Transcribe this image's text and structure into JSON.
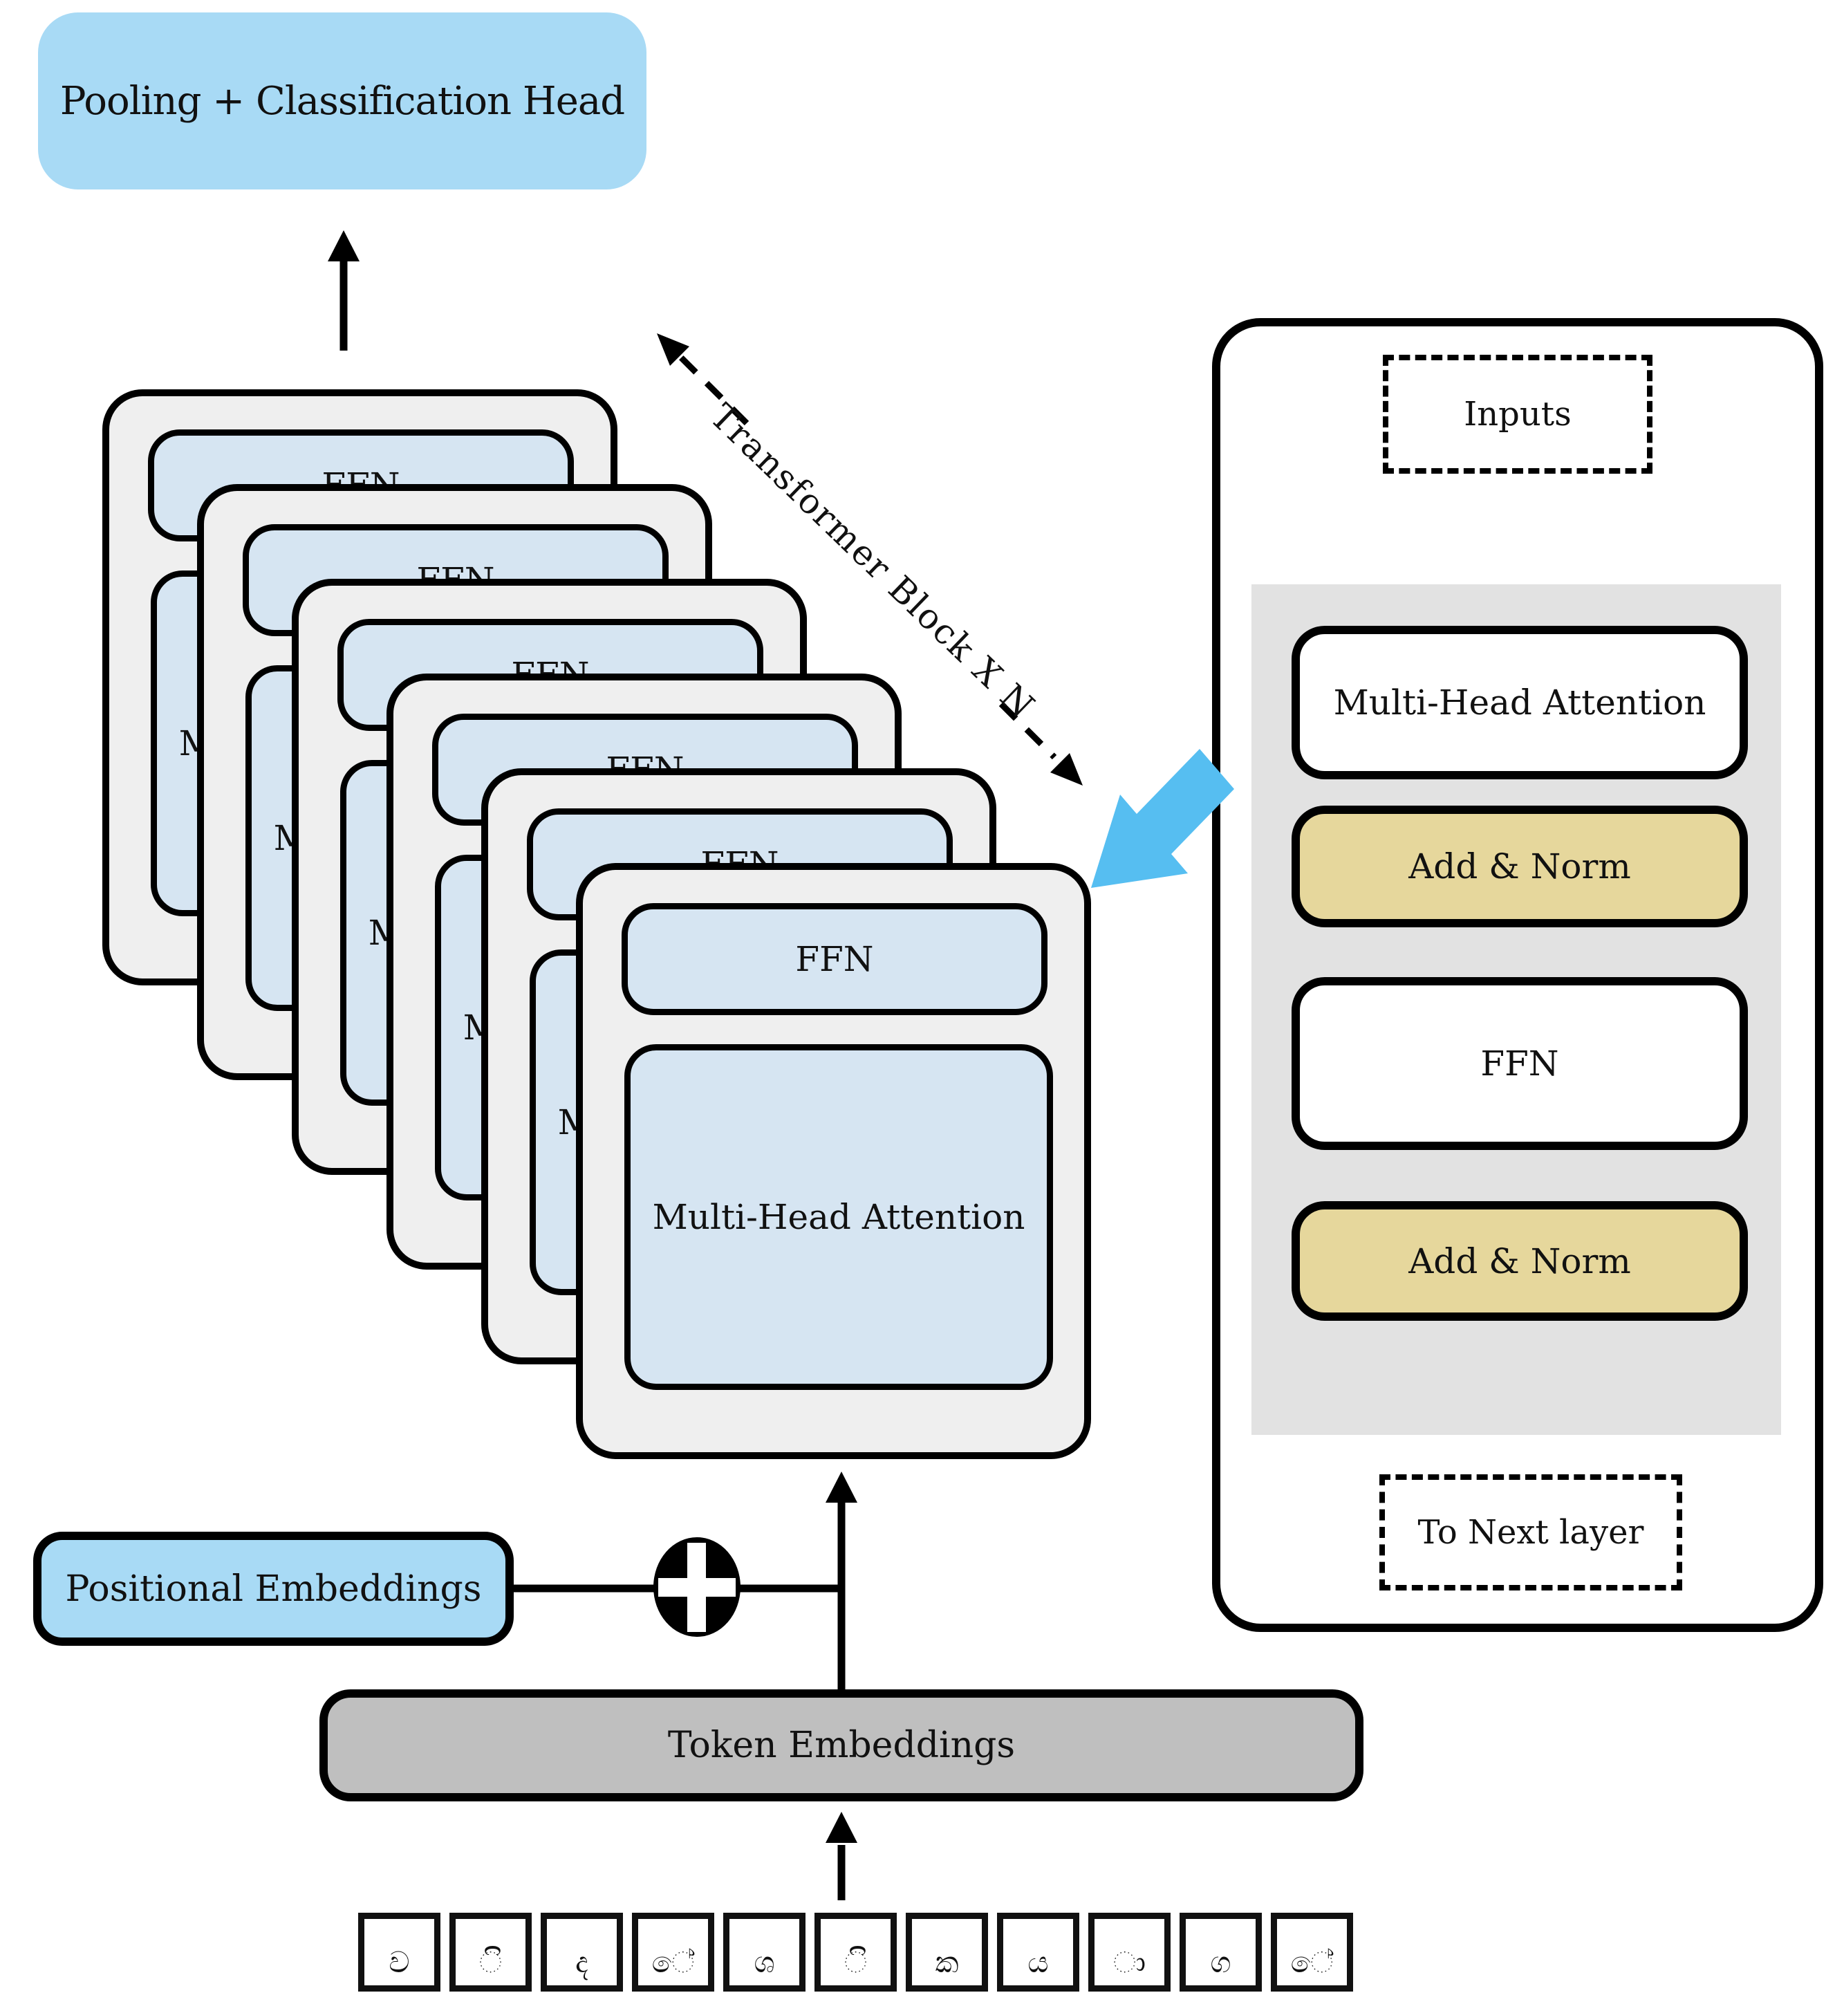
{
  "diagram": {
    "pooling_head_label": "Pooling + Classification Head",
    "stack_note": "Transformer Block X N",
    "stack": {
      "num_visible_blocks": 6,
      "ffn_label": "FFN",
      "mha_label": "Multi-Head Attention"
    },
    "detail_panel": {
      "inputs_label": "Inputs",
      "mha_label": "Multi-Head Attention",
      "add_norm_1_label": "Add & Norm",
      "ffn_label": "FFN",
      "add_norm_2_label": "Add & Norm",
      "to_next_label": "To Next layer"
    },
    "embeddings": {
      "positional_label": "Positional Embeddings",
      "token_label": "Token Embeddings",
      "plus_symbol": "+"
    },
    "tokens": [
      "ව",
      "ි",
      "ද",
      "ේ",
      "ශ",
      "ි",
      "ක",
      "ය",
      "ා",
      "ග",
      "ේ"
    ],
    "colors": {
      "light_blue": "#A8DAF5",
      "pale_blue": "#D6E5F2",
      "block_gray": "#EFEFEF",
      "token_gray": "#BFBFBF",
      "tan": "#E6D79C",
      "backdrop_gray": "#E2E2E2",
      "arrow_blue": "#56BEF1",
      "line_black": "#000000"
    }
  }
}
